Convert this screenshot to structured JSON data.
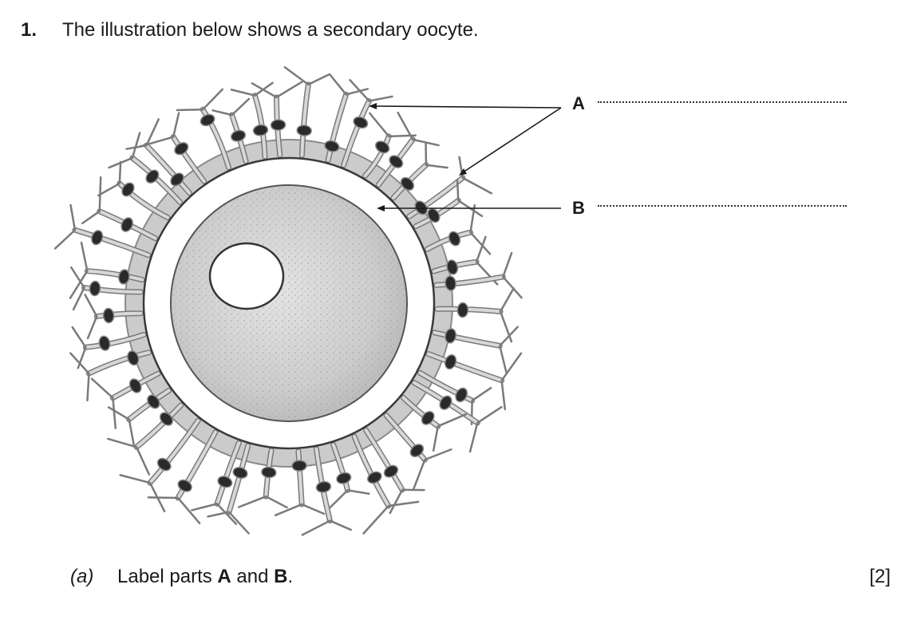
{
  "question": {
    "number": "1.",
    "text": "The illustration below shows a secondary oocyte."
  },
  "labels": [
    {
      "letter": "A",
      "answer": ""
    },
    {
      "letter": "B",
      "answer": ""
    }
  ],
  "part_a": {
    "id": "(a)",
    "text_prefix": "Label parts ",
    "bold1": "A",
    "text_mid": " and ",
    "bold2": "B",
    "text_suffix": ".",
    "marks": "[2]"
  },
  "colors": {
    "ink": "#1a1a1a",
    "cell_fill": "#cfcfcf",
    "nucleus": "#2a2a2a",
    "cytoplasm": "#c8c8c8",
    "zona": "#ffffff",
    "corona_outline": "#6a6a6a"
  }
}
